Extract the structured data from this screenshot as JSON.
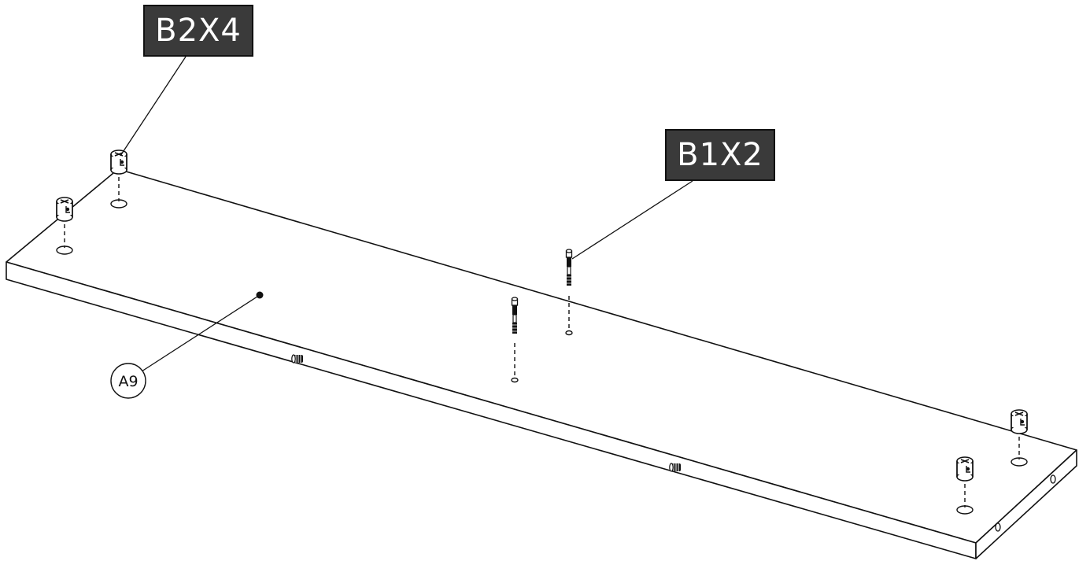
{
  "labels": {
    "hardware_b2": "B2X4",
    "hardware_b1": "B1X2",
    "panel_part": "A9"
  },
  "colors": {
    "line": "#111111",
    "label_background": "#3a3a3a",
    "label_text": "#ffffff",
    "background": "#ffffff"
  },
  "icons": {
    "cam_lock": "cam-lock-fitting",
    "dowel": "cam-bolt-dowel",
    "side_insert": "threaded-insert"
  }
}
